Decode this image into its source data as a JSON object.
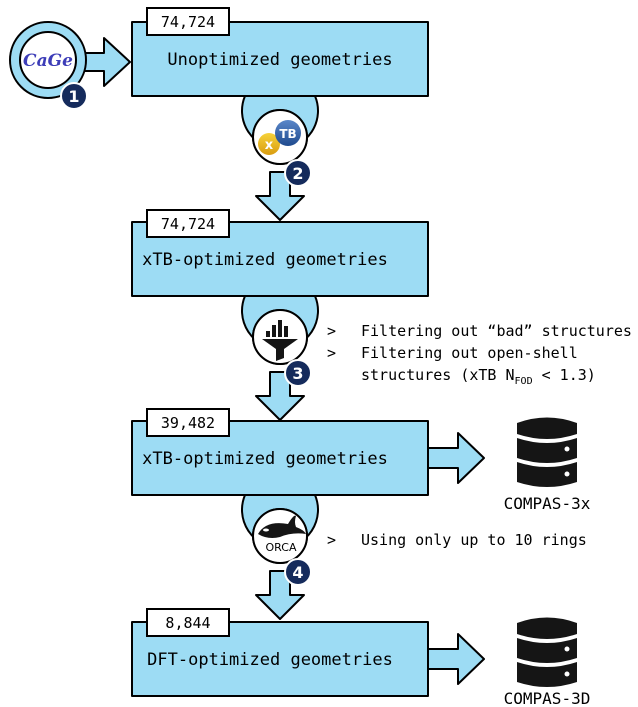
{
  "colors": {
    "box_fill": "#9ddcf4",
    "stroke": "#000000",
    "badge": "#152b5c",
    "badge_text": "#ffffff",
    "db": "#151515",
    "cage_text": "#3d3db8"
  },
  "steps": [
    {
      "count": "74,724",
      "label": "Unoptimized geometries"
    },
    {
      "count": "74,724",
      "label": "xTB-optimized geometries"
    },
    {
      "count": "39,482",
      "label": "xTB-optimized geometries"
    },
    {
      "count": "8,844",
      "label": "DFT-optimized geometries"
    }
  ],
  "tools": [
    {
      "number": "1",
      "logo_text": "CaGe",
      "icon": "cage-logo-icon"
    },
    {
      "number": "2",
      "logo_text_a": "x",
      "logo_text_b": "TB",
      "icon": "xtb-logo-icon"
    },
    {
      "number": "3",
      "icon": "funnel-chart-icon"
    },
    {
      "number": "4",
      "logo_text": "ORCA",
      "icon": "orca-whale-icon"
    }
  ],
  "notes": {
    "bullet": ">",
    "filter1": "Filtering out “bad” structures",
    "filter2_line1": "Filtering out open-shell",
    "filter2_line2_pre": "structures (xTB N",
    "filter2_sub": "FOD",
    "filter2_line2_post": " < 1.3)",
    "orca": "Using only up to 10 rings"
  },
  "databases": [
    {
      "label": "COMPAS-3x",
      "icon": "database-icon"
    },
    {
      "label": "COMPAS-3D",
      "icon": "database-icon"
    }
  ]
}
